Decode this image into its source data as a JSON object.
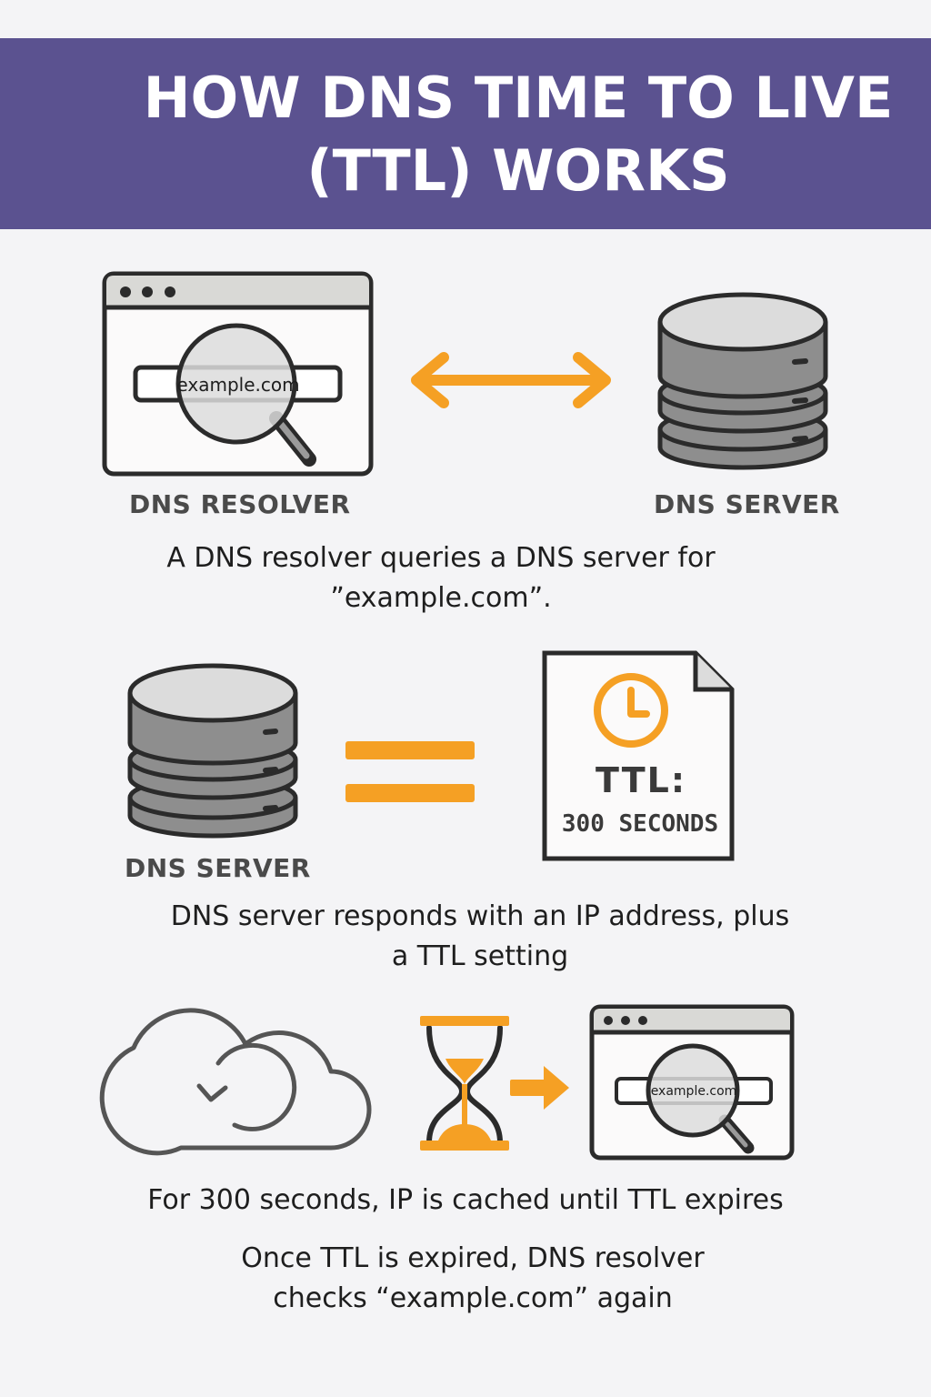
{
  "title": {
    "line1": "HOW DNS TIME TO LIVE",
    "line2": "(TTL) WORKS"
  },
  "step1": {
    "resolver_label": "DNS RESOLVER",
    "server_label": "DNS SERVER",
    "search_text": "example.com",
    "caption_line1": "A DNS resolver queries a DNS server for",
    "caption_line2": "”example.com”."
  },
  "step2": {
    "server_label": "DNS SERVER",
    "ttl_label": "TTL:",
    "ttl_value": "300 SECONDS",
    "caption_line1": "DNS server responds with an IP address, plus",
    "caption_line2": "a TTL setting"
  },
  "step3": {
    "search_text": "example.com",
    "caption": "For 300 seconds, IP is cached until TTL expires",
    "caption2_line1": "Once TTL is expired, DNS resolver",
    "caption2_line2": "checks “example.com” again"
  },
  "colors": {
    "header": "#5b5290",
    "accent": "#f5a024",
    "server": "#8e8e8e",
    "outline": "#2b2b2b"
  },
  "icons": [
    "browser-search-icon",
    "double-arrow-icon",
    "database-server-icon",
    "equals-icon",
    "ttl-document-icon",
    "clock-icon",
    "cloud-refresh-icon",
    "hourglass-icon",
    "arrow-right-icon"
  ]
}
